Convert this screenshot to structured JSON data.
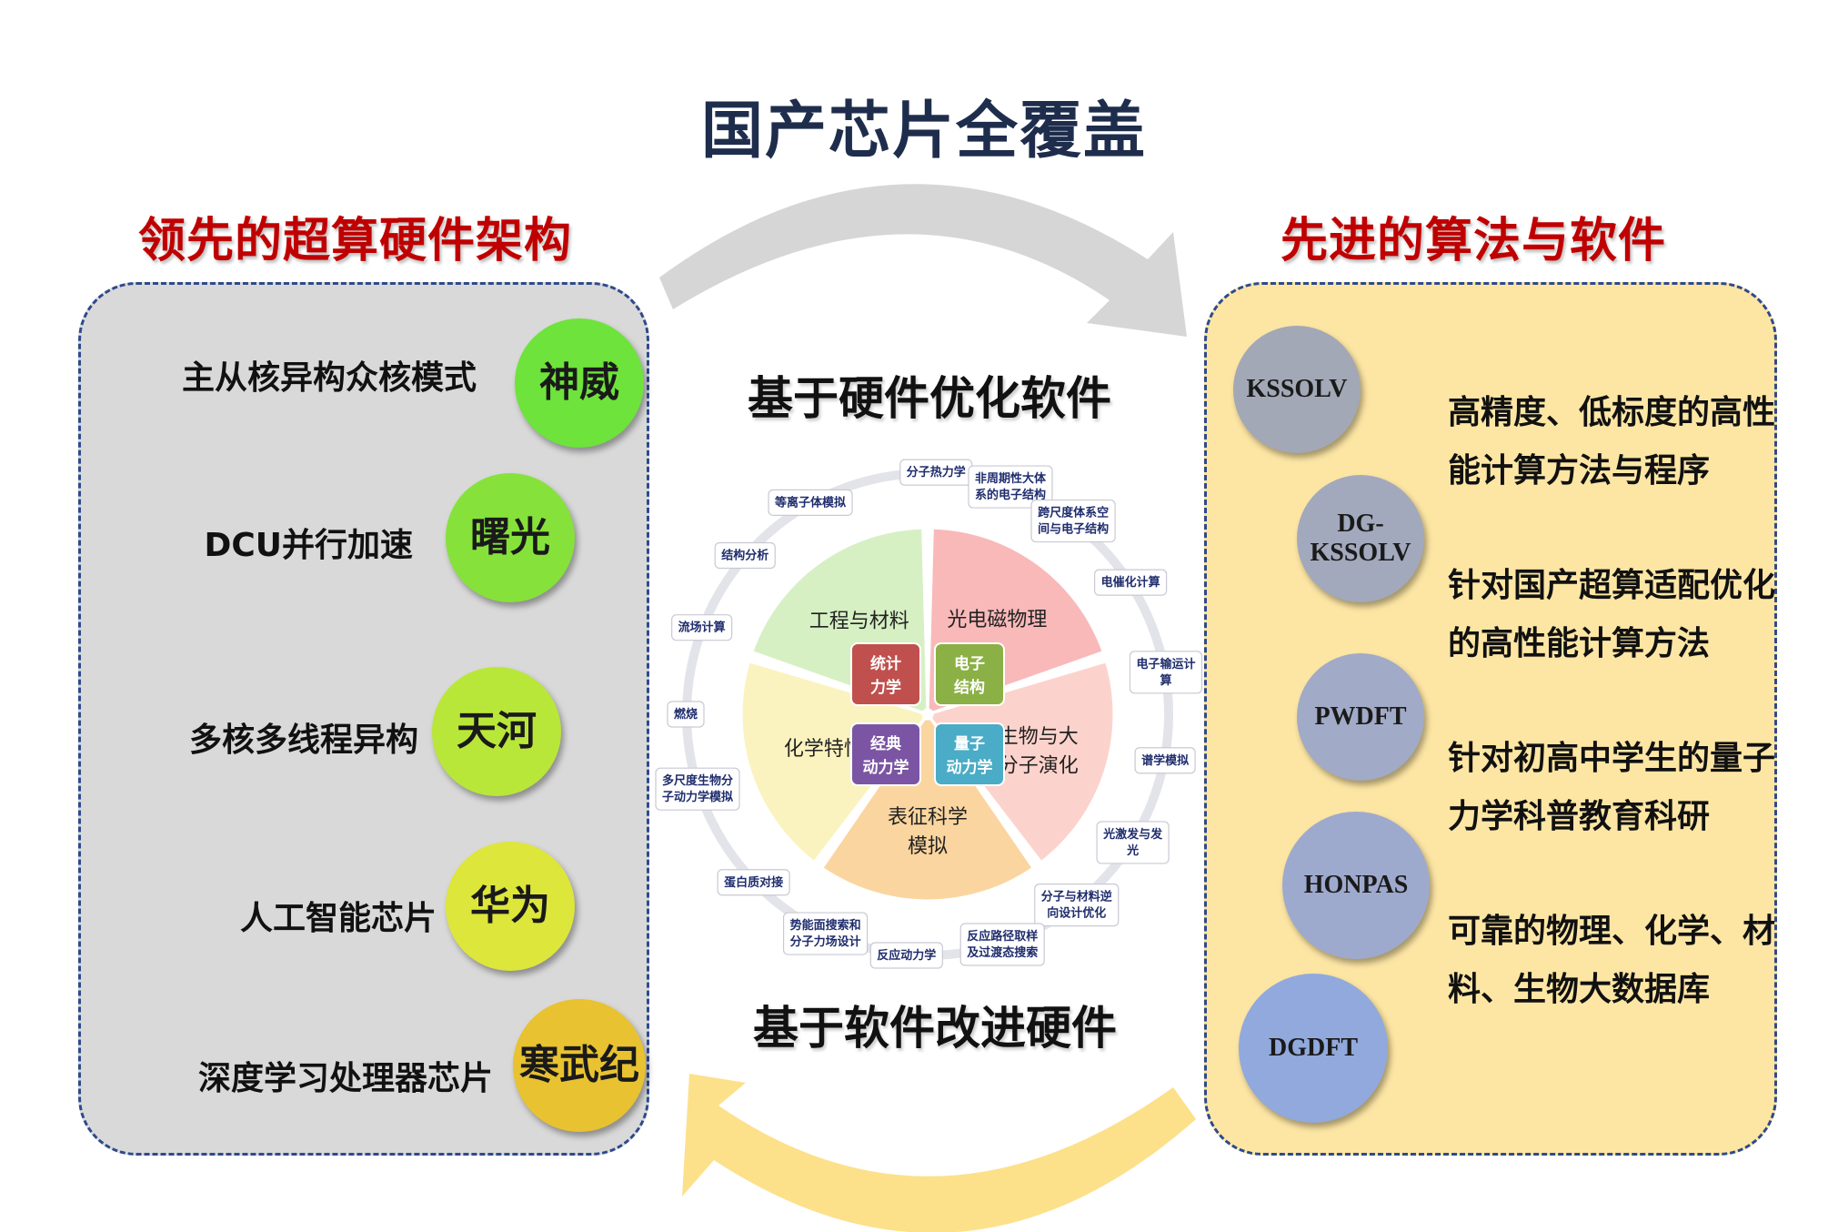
{
  "title": "国产芯片全覆盖",
  "left_section": {
    "title": "领先的超算硬件架构",
    "items": [
      {
        "label": "主从核异构众核模式",
        "chip": "神威",
        "color": "#6ee33b"
      },
      {
        "label": "DCU并行加速",
        "chip": "曙光",
        "color": "#86e23a"
      },
      {
        "label": "多核多线程异构",
        "chip": "天河",
        "color": "#b9e739"
      },
      {
        "label": "人工智能芯片",
        "chip": "华为",
        "color": "#dde63a"
      },
      {
        "label": "深度学习处理器芯片",
        "chip": "寒武纪",
        "color": "#e8c230"
      }
    ]
  },
  "right_section": {
    "title": "先进的算法与软件",
    "software": [
      {
        "name": "KSSOLV",
        "color": "#a3a8b6"
      },
      {
        "name": "DG-\nKSSOLV",
        "color": "#a2a9bd"
      },
      {
        "name": "PWDFT",
        "color": "#a1aac6"
      },
      {
        "name": "HONPAS",
        "color": "#9eaacd"
      },
      {
        "name": "DGDFT",
        "color": "#91a9dd"
      }
    ],
    "descriptions": [
      "高精度、低标度的高性能计算方法与程序",
      "针对国产超算适配优化的高性能计算方法",
      "针对初高中学生的量子力学科普教育科研",
      "可靠的物理、化学、材料、生物大数据库"
    ]
  },
  "center": {
    "top_label": "基于硬件优化软件",
    "bottom_label": "基于软件改进硬件",
    "sectors": [
      {
        "lines": [
          "工程与材料"
        ],
        "color": "#d6f0c4"
      },
      {
        "lines": [
          "光电磁物理"
        ],
        "color": "#f9b9b9"
      },
      {
        "lines": [
          "生物与大",
          "分子演化"
        ],
        "color": "#fcd3cc"
      },
      {
        "lines": [
          "表征科学",
          "模拟"
        ],
        "color": "#fbd59f"
      },
      {
        "lines": [
          "化学特性"
        ],
        "color": "#fbf3bf"
      }
    ],
    "core_boxes": [
      {
        "lines": [
          "统计",
          "力学"
        ],
        "color": "#c0504d"
      },
      {
        "lines": [
          "电子",
          "结构"
        ],
        "color": "#8bb045"
      },
      {
        "lines": [
          "经典",
          "动力学"
        ],
        "color": "#7b55a3"
      },
      {
        "lines": [
          "量子",
          "动力学"
        ],
        "color": "#4aacc6"
      }
    ],
    "ring_labels": [
      {
        "lines": [
          "分子热力学"
        ]
      },
      {
        "lines": [
          "非周期性大体",
          "系的电子结构"
        ]
      },
      {
        "lines": [
          "跨尺度体系空",
          "间与电子结构"
        ]
      },
      {
        "lines": [
          "电催化计算"
        ]
      },
      {
        "lines": [
          "电子输运计",
          "算"
        ]
      },
      {
        "lines": [
          "谱学模拟"
        ]
      },
      {
        "lines": [
          "光激发与发",
          "光"
        ]
      },
      {
        "lines": [
          "分子与材料逆",
          "向设计优化"
        ]
      },
      {
        "lines": [
          "反应路径取样",
          "及过渡态搜索"
        ]
      },
      {
        "lines": [
          "反应动力学"
        ]
      },
      {
        "lines": [
          "势能面搜索和",
          "分子力场设计"
        ]
      },
      {
        "lines": [
          "蛋白质对接"
        ]
      },
      {
        "lines": [
          "多尺度生物分",
          "子动力学模拟"
        ]
      },
      {
        "lines": [
          "燃烧"
        ]
      },
      {
        "lines": [
          "流场计算"
        ]
      },
      {
        "lines": [
          "结构分析"
        ]
      },
      {
        "lines": [
          "等离子体模拟"
        ]
      }
    ]
  },
  "colors": {
    "title": "#1f2d4d",
    "section_title": "#c00000",
    "panel_border": "#2e4a8c",
    "left_panel_bg": "#d9d9d9",
    "right_panel_bg": "#fde6a4",
    "top_arrow": "#d6d6d6",
    "bottom_arrow": "#fde08a"
  }
}
